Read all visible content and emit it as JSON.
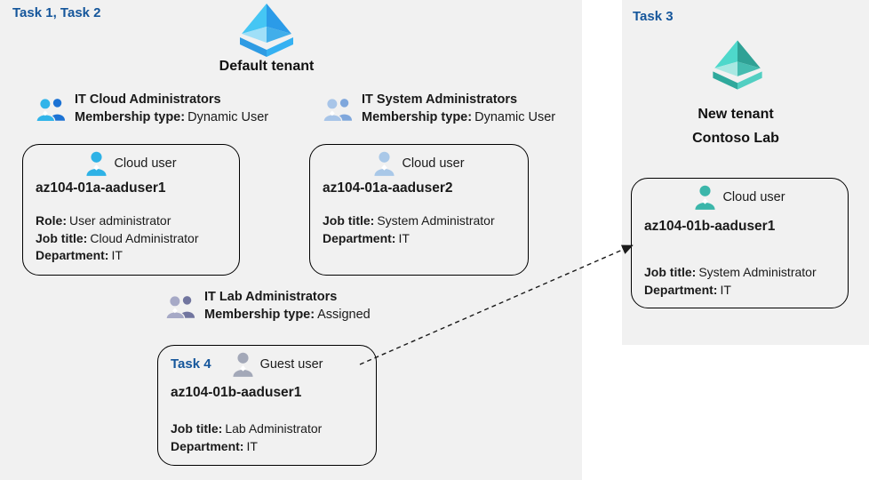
{
  "colors": {
    "accent_blue": "#15569B",
    "panel_gray": "#f1f1f1",
    "aad_blue_light": "#45C6F4",
    "aad_blue_dark": "#2B9BE8",
    "aad_teal_light": "#4ED8CB",
    "aad_teal_dark": "#2FA195",
    "cloud_user_cyan": "#2EB2E6",
    "cloud_user_pale": "#A9C8E8",
    "guest_user_gray": "#A3A8B8",
    "cloud_user_teal": "#3BB6AA"
  },
  "task12_label": "Task 1, Task 2",
  "default_tenant": {
    "icon": "azure-ad-pyramid-blue",
    "label": "Default tenant"
  },
  "new_tenant": {
    "task_label": "Task 3",
    "icon": "azure-ad-pyramid-teal",
    "label_line1": "New  tenant",
    "label_line2": "Contoso Lab"
  },
  "groups": [
    {
      "icon": "group-users-blue",
      "title": "IT Cloud Administrators",
      "membership_label": "Membership type:",
      "membership_value": "Dynamic User"
    },
    {
      "icon": "group-users-lightblue",
      "title": "IT System Administrators",
      "membership_label": "Membership type:",
      "membership_value": "Dynamic User"
    },
    {
      "icon": "group-users-purple",
      "title": "IT Lab Administrators",
      "membership_label": "Membership type:",
      "membership_value": "Assigned"
    }
  ],
  "cards": [
    {
      "user_type": "Cloud user",
      "name": "az104-01a-aaduser1",
      "fields": [
        {
          "label": "Role:",
          "value": "User administrator"
        },
        {
          "label": "Job title:",
          "value": "Cloud Administrator"
        },
        {
          "label": "Department:",
          "value": "IT"
        }
      ]
    },
    {
      "user_type": "Cloud user",
      "name": "az104-01a-aaduser2",
      "fields": [
        {
          "label": "Job title:",
          "value": "System Administrator"
        },
        {
          "label": "Department:",
          "value": "IT"
        }
      ]
    },
    {
      "task_label": "Task 4",
      "user_type": "Guest user",
      "name": "az104-01b-aaduser1",
      "fields": [
        {
          "label": "Job title:",
          "value": "Lab Administrator"
        },
        {
          "label": "Department:",
          "value": "IT"
        }
      ]
    },
    {
      "user_type": "Cloud user",
      "name": "az104-01b-aaduser1",
      "fields": [
        {
          "label": "Job title:",
          "value": "System Administrator"
        },
        {
          "label": "Department:",
          "value": "IT"
        }
      ]
    }
  ]
}
